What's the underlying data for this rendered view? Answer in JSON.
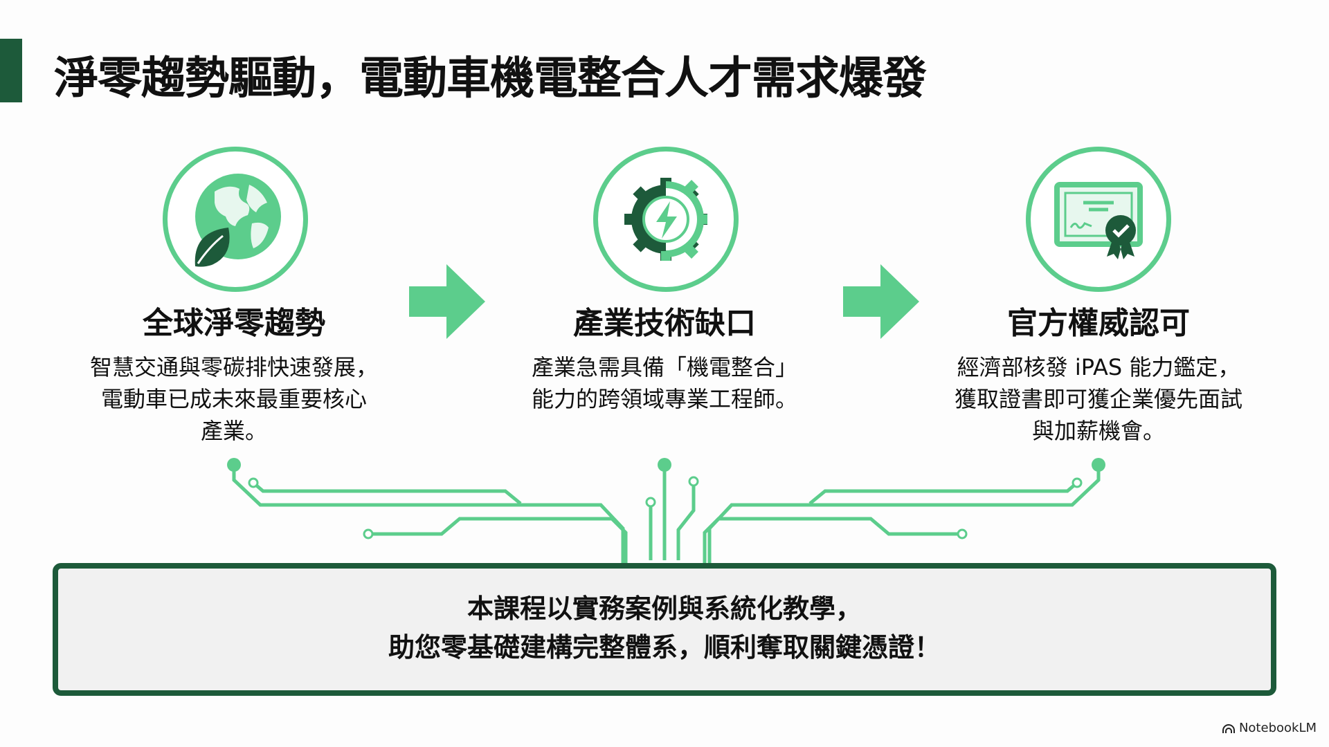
{
  "title": "淨零趨勢驅動，電動車機電整合人才需求爆發",
  "colors": {
    "dark_green": "#1d5a3a",
    "light_green": "#5ccd8c",
    "box_bg": "#f1f1f1"
  },
  "steps": [
    {
      "icon": "globe-leaf-icon",
      "heading": "全球淨零趨勢",
      "lines": [
        "智慧交通與零碳排快速發展，",
        "電動車已成未來最重要核心",
        "產業。"
      ]
    },
    {
      "icon": "gear-lightning-icon",
      "heading": "產業技術缺口",
      "lines": [
        "產業急需具備「機電整合」",
        "能力的跨領域專業工程師。"
      ]
    },
    {
      "icon": "certificate-icon",
      "heading": "官方權威認可",
      "lines": [
        "經濟部核發 iPAS 能力鑑定，",
        "獲取證書即可獲企業優先面試",
        "與加薪機會。"
      ]
    }
  ],
  "summary": {
    "line1": "本課程以實務案例與系統化教學，",
    "line2": "助您零基礎建構完整體系，順利奪取關鍵憑證！"
  },
  "brand": "NotebookLM"
}
